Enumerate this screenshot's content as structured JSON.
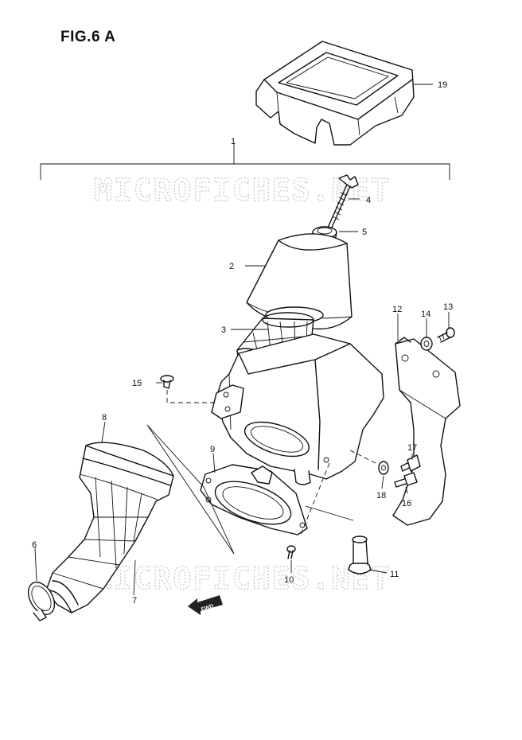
{
  "figure": {
    "title": "FIG.6 A"
  },
  "watermark": {
    "text": "MICROFICHES.NET"
  },
  "fwd_label": "FWD",
  "callouts": {
    "c1": "1",
    "c2": "2",
    "c3": "3",
    "c4": "4",
    "c5": "5",
    "c6": "6",
    "c7": "7",
    "c8": "8",
    "c9": "9",
    "c10": "10",
    "c11": "11",
    "c12": "12",
    "c13": "13",
    "c14": "14",
    "c15": "15",
    "c16": "16",
    "c17": "17",
    "c18": "18",
    "c19": "19"
  }
}
